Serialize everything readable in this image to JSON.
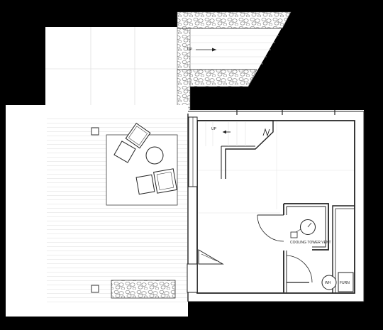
{
  "colors": {
    "background": "#000000",
    "paper": "#ffffff",
    "line": "#1a1a1a",
    "grid": "#dcdcdc",
    "planter": "#bdbdbd"
  },
  "labels": {
    "up_exterior": "UP",
    "up_interior": "UP",
    "cooling_tower_vent": "COOLING TOWER VENT",
    "water_heater": "WH",
    "furnace": "FURN"
  }
}
